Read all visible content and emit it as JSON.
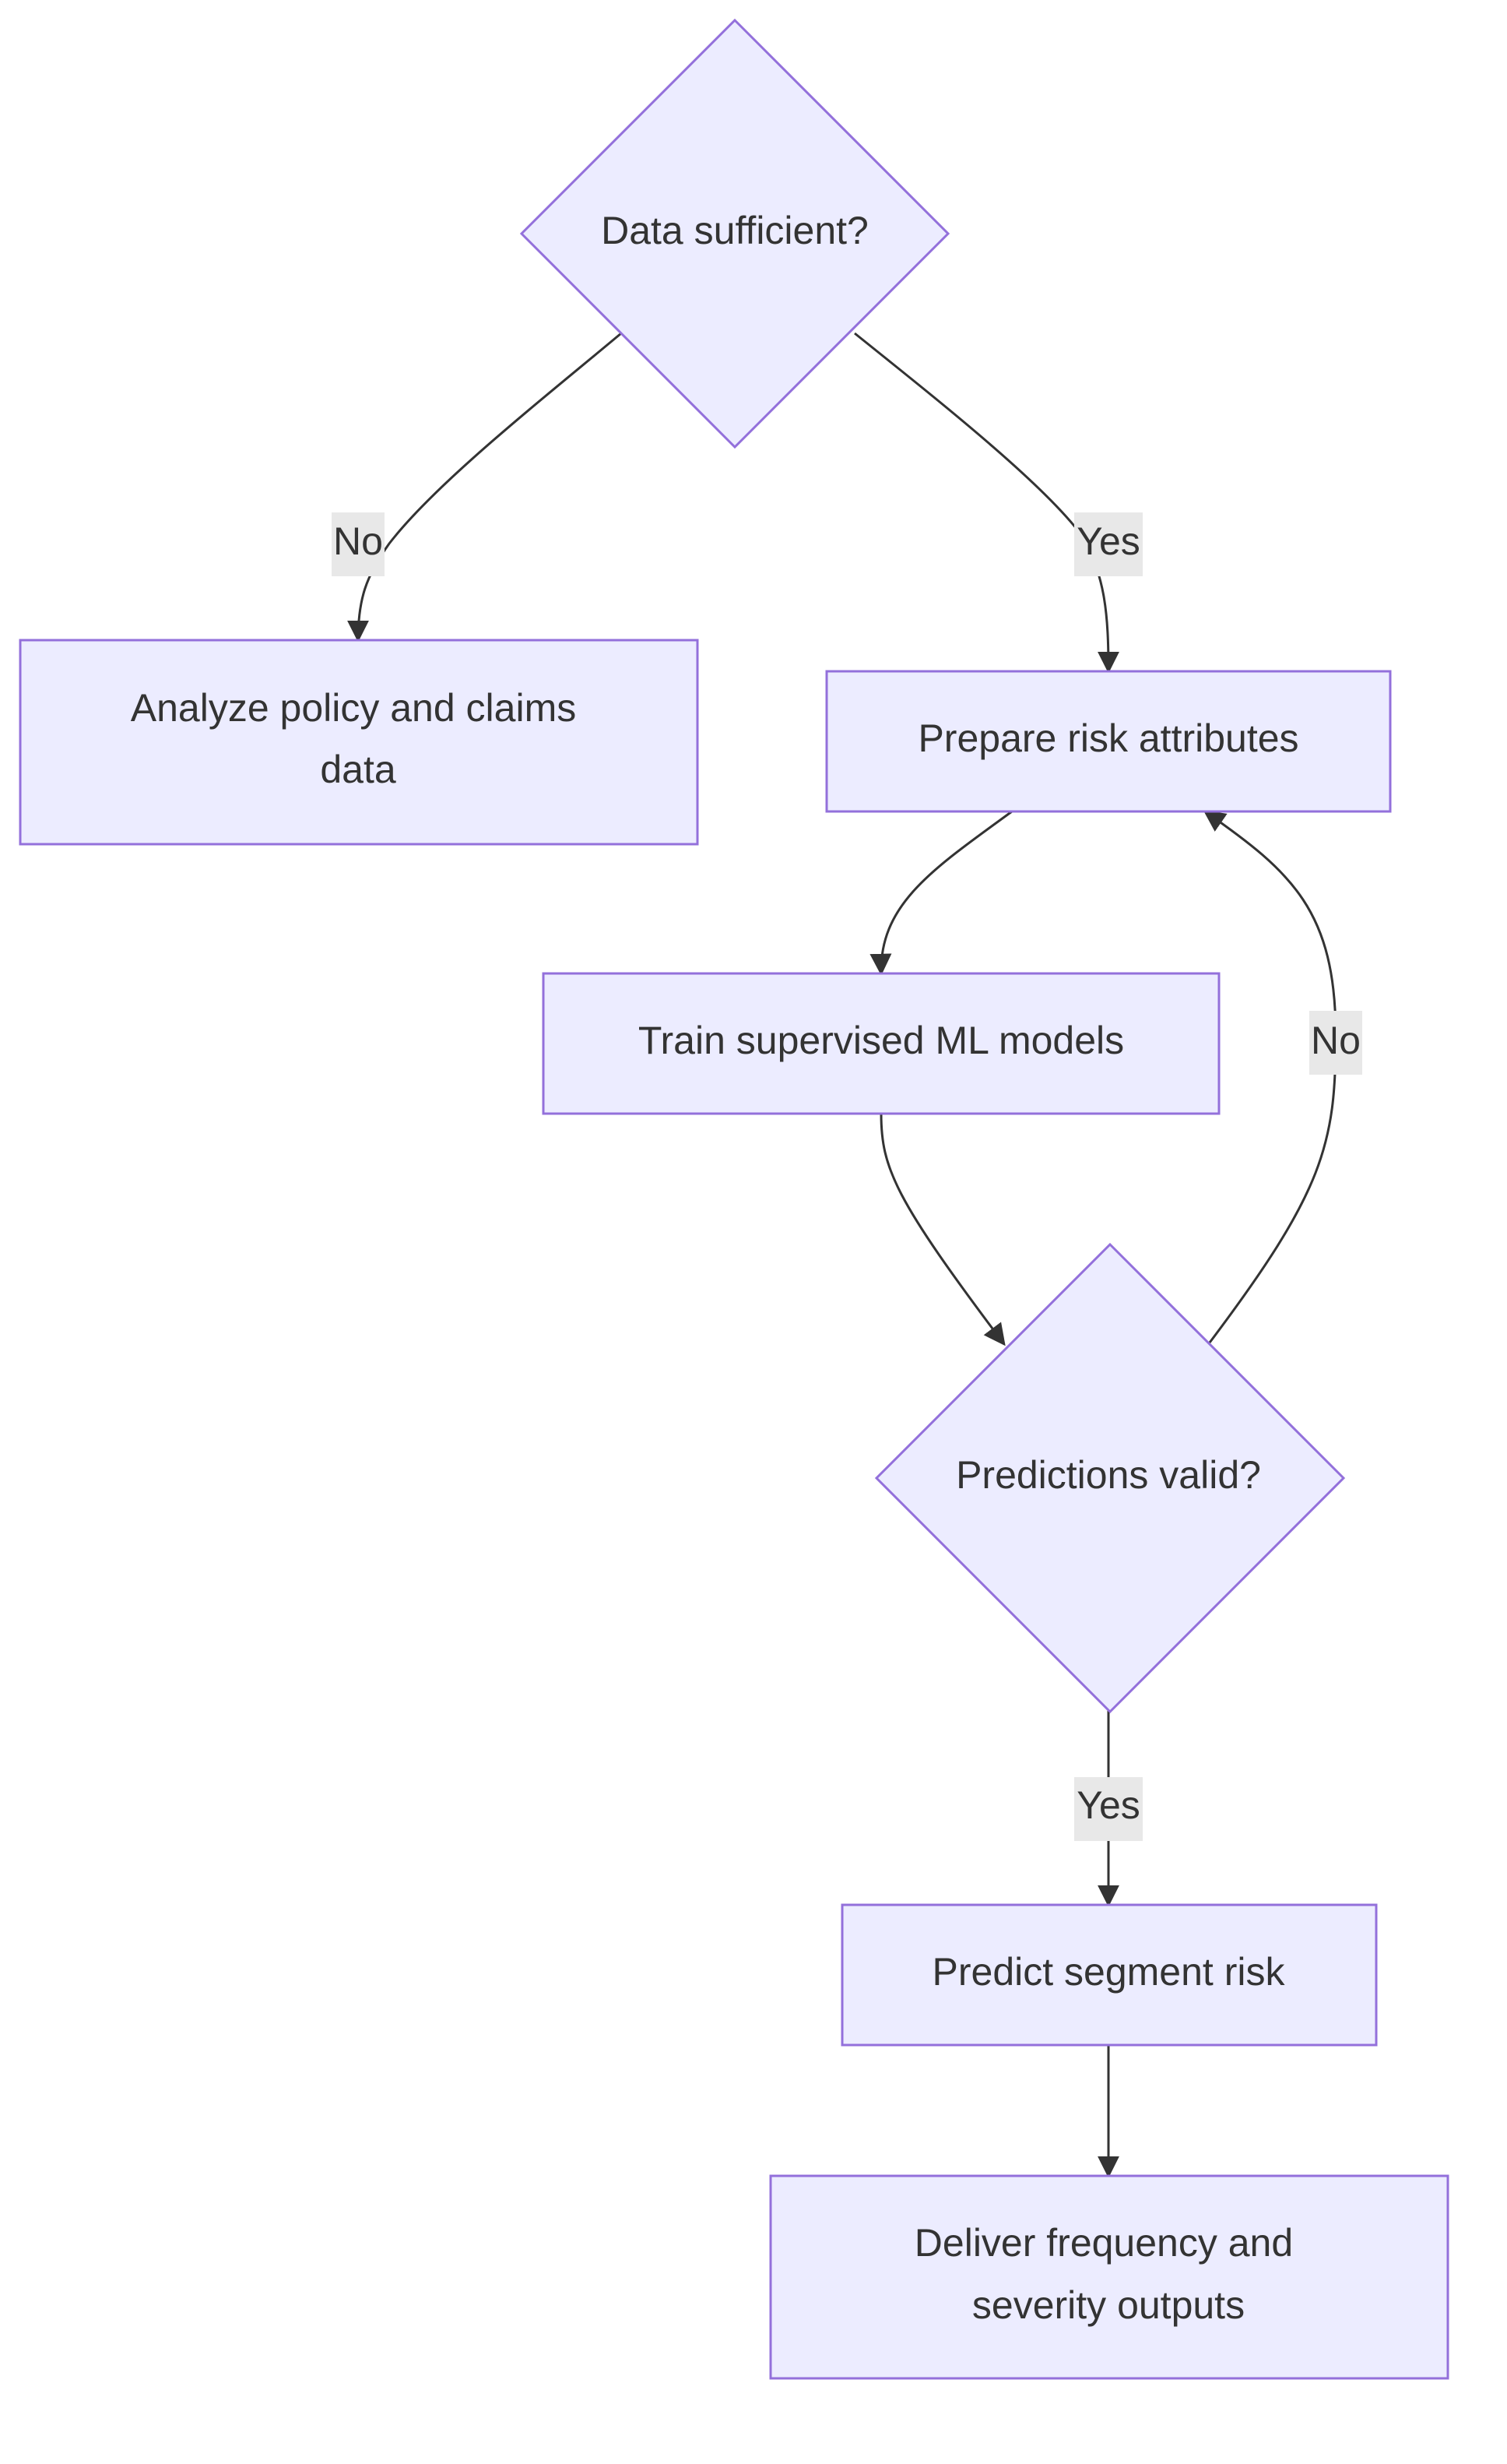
{
  "nodes": {
    "data_sufficient": {
      "line1": "Data sufficient?"
    },
    "analyze_data": {
      "line1": "Analyze policy and claims",
      "line2": "data"
    },
    "prepare_attributes": {
      "line1": "Prepare risk attributes"
    },
    "train_models": {
      "line1": "Train supervised ML models"
    },
    "predictions_valid": {
      "line1": "Predictions valid?"
    },
    "predict_risk": {
      "line1": "Predict segment risk"
    },
    "deliver_outputs": {
      "line1": "Deliver frequency and",
      "line2": "severity outputs"
    }
  },
  "edge_labels": {
    "no_to_analyze": "No",
    "yes_to_prepare": "Yes",
    "no_back_to_prepare": "No",
    "yes_to_predict": "Yes"
  },
  "colors": {
    "node_fill": "#ECECFF",
    "node_stroke": "#9370DB",
    "edge": "#333333",
    "label_background": "#E8E8E8",
    "text": "#333333"
  }
}
